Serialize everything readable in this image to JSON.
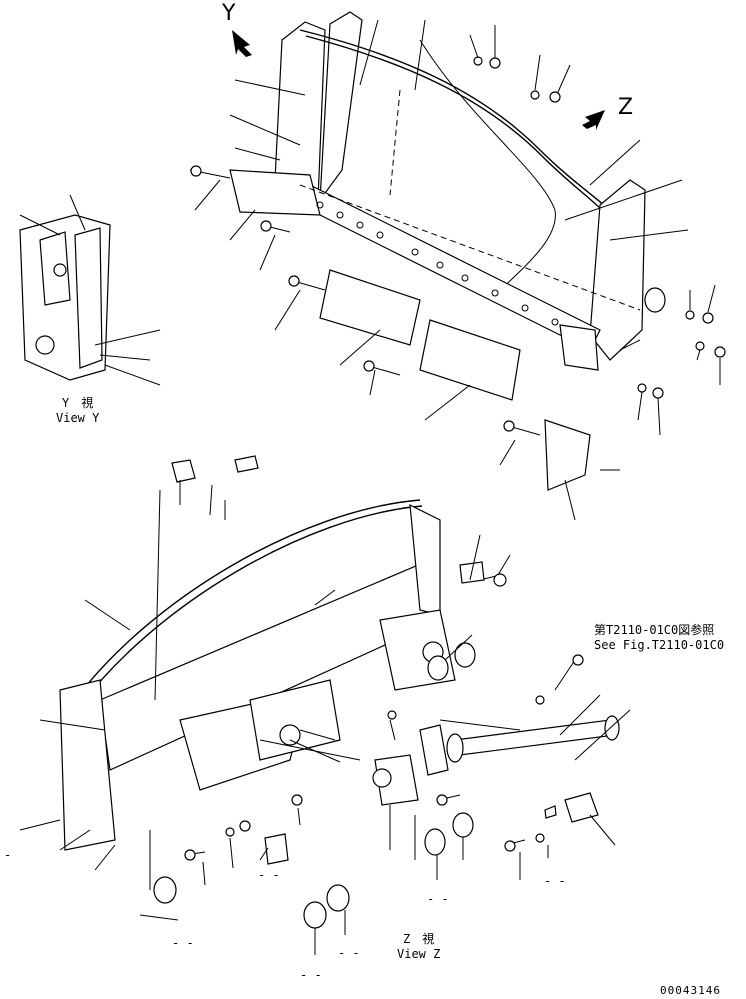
{
  "view_markers": {
    "y": "Y",
    "z": "Z"
  },
  "view_y": {
    "jp": "Y　視",
    "en": "View Y"
  },
  "view_z": {
    "jp": "Z　視",
    "en": "View Z"
  },
  "reference": {
    "jp": "第T2110-01C0図参照",
    "en": "See Fig.T2110-01C0"
  },
  "drawing_number": "00043146",
  "small_marks": [
    "- -",
    "- -",
    "- -",
    "- -",
    "- -",
    "- -",
    "-"
  ]
}
